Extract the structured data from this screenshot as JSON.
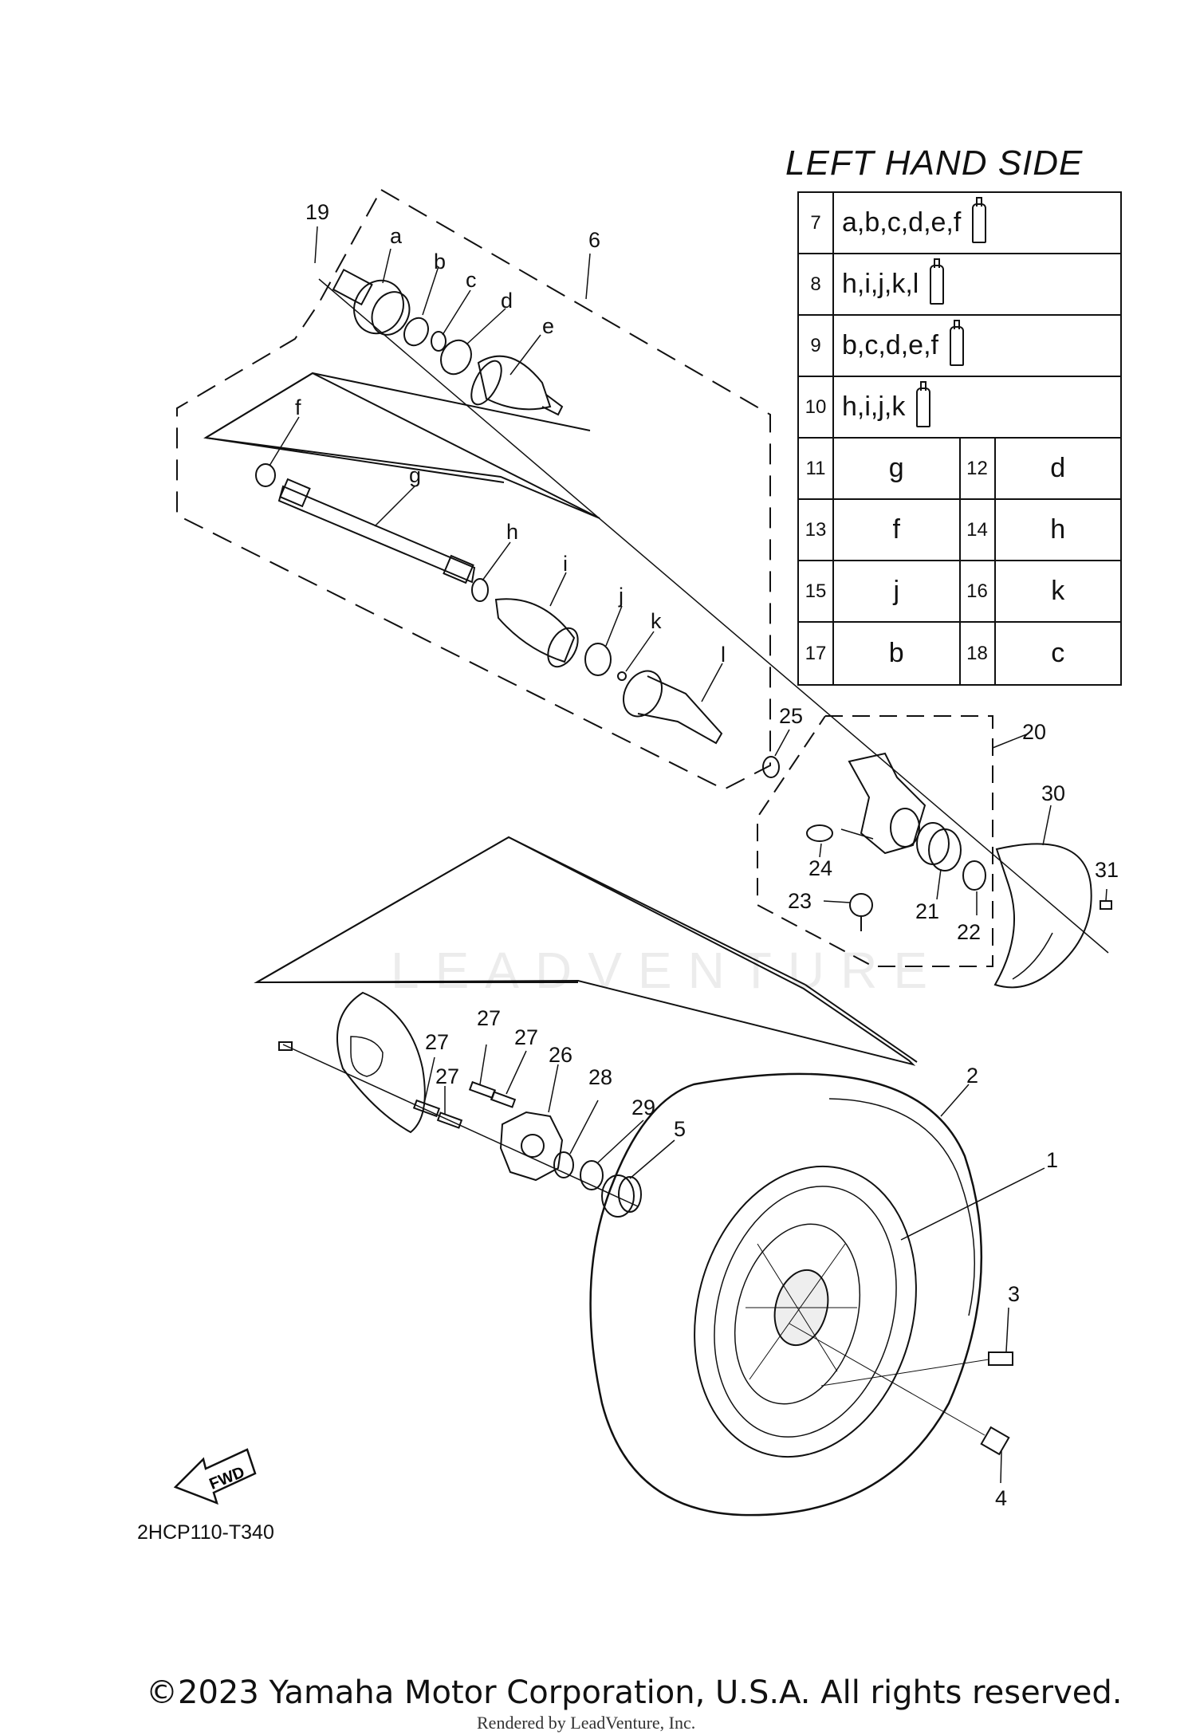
{
  "title": "LEFT HAND SIDE",
  "legend_rows": [
    {
      "num": "7",
      "value": "a,b,c,d,e,f"
    },
    {
      "num": "8",
      "value": "h,i,j,k,l"
    },
    {
      "num": "9",
      "value": "b,c,d,e,f"
    },
    {
      "num": "10",
      "value": "h,i,j,k"
    }
  ],
  "legend_pairs": [
    [
      {
        "num": "11",
        "value": "g"
      },
      {
        "num": "12",
        "value": "d"
      }
    ],
    [
      {
        "num": "13",
        "value": "f"
      },
      {
        "num": "14",
        "value": "h"
      }
    ],
    [
      {
        "num": "15",
        "value": "j"
      },
      {
        "num": "16",
        "value": "k"
      }
    ],
    [
      {
        "num": "17",
        "value": "b"
      },
      {
        "num": "18",
        "value": "c"
      }
    ]
  ],
  "callouts": {
    "c19": "19",
    "a": "a",
    "b": "b",
    "c": "c",
    "d": "d",
    "e": "e",
    "c6": "6",
    "f": "f",
    "g": "g",
    "h": "h",
    "i": "i",
    "j": "j",
    "k": "k",
    "l": "l",
    "c25": "25",
    "c20": "20",
    "c30": "30",
    "c24": "24",
    "c23": "23",
    "c21": "21",
    "c22": "22",
    "c31": "31",
    "c27a": "27",
    "c27b": "27",
    "c27c": "27",
    "c27d": "27",
    "c26": "26",
    "c28": "28",
    "c29": "29",
    "c5": "5",
    "c2": "2",
    "c1": "1",
    "c3": "3",
    "c4": "4",
    "fwd": "FWD"
  },
  "part_number": "2HCP110-T340",
  "watermark": "LEADVENTURE",
  "copyright": "©2023 Yamaha Motor Corporation, U.S.A. All rights reserved.",
  "rendered_by": "Rendered by LeadVenture, Inc."
}
